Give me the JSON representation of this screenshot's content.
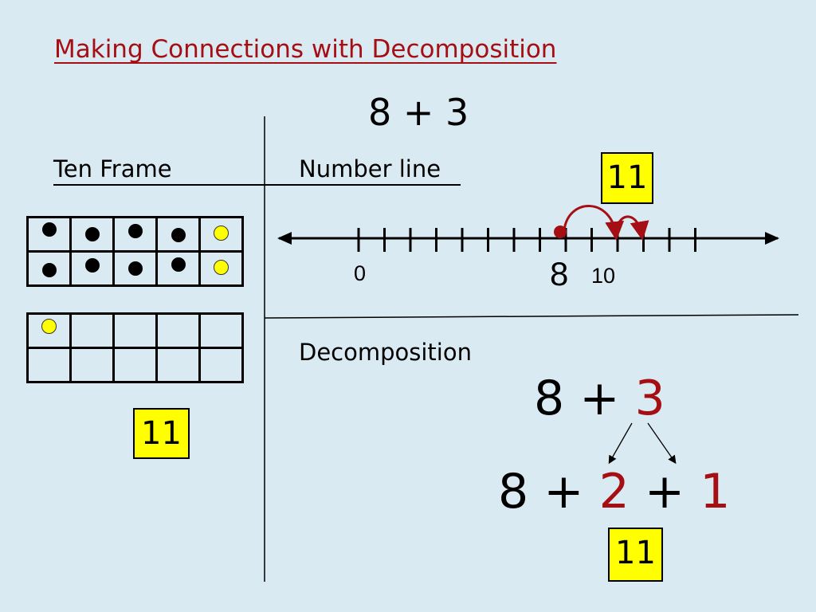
{
  "title": "Making Connections with Decomposition",
  "top_equation": "8 + 3",
  "labels": {
    "ten_frame": "Ten Frame",
    "number_line": "Number line",
    "decomposition": "Decomposition"
  },
  "answers": {
    "number_line": "11",
    "ten_frame": "11",
    "decomposition": "11"
  },
  "number_line": {
    "labels": {
      "zero": "0",
      "eight": "8",
      "ten": "10"
    },
    "start_value": 8,
    "jumps": 3
  },
  "ten_frames": {
    "frame1": [
      [
        "black",
        "black",
        "black",
        "black",
        "yellow"
      ],
      [
        "black",
        "black",
        "black",
        "black",
        "yellow"
      ]
    ],
    "frame2": [
      [
        "yellow",
        "",
        "",
        "",
        ""
      ],
      [
        "",
        "",
        "",
        "",
        ""
      ]
    ]
  },
  "decomposition": {
    "eq1": {
      "a": "8",
      "op": "+",
      "b": "3"
    },
    "eq2": {
      "a": "8",
      "op1": "+",
      "b": "2",
      "op2": "+",
      "c": "1"
    }
  },
  "colors": {
    "background": "#daeaf3",
    "accent_red": "#a50e13",
    "highlight": "#ffff00"
  }
}
